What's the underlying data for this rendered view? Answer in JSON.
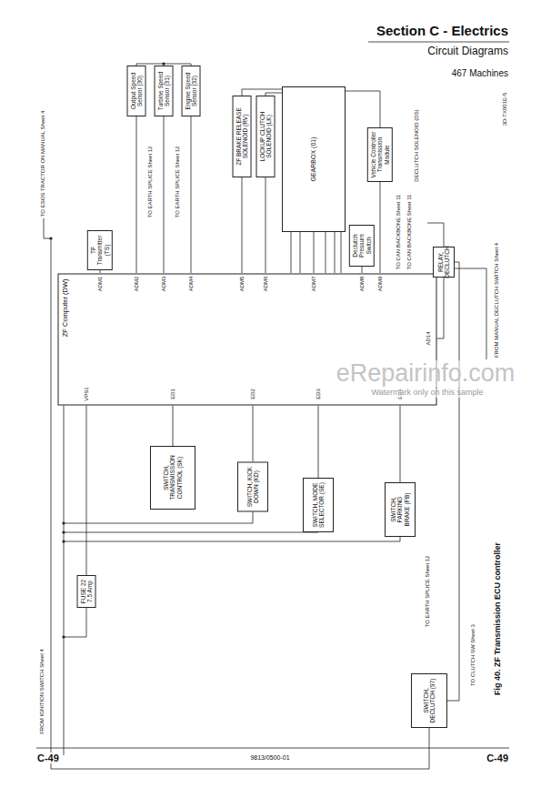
{
  "diagram": {
    "title": "Section C - Electrics",
    "caption": "Fig 40. ZF Transmission ECU controller",
    "nodes": [
      {
        "text": [
          "ZF Computer (DW)"
        ]
      },
      {
        "text": [
          "Output Speed Sensor (30)"
        ]
      },
      {
        "text": [
          "Turbine Speed Sensor (31)"
        ]
      },
      {
        "text": [
          "Engine Speed Sensor (32)"
        ]
      },
      {
        "text": [
          "TF Transmitter (TS)"
        ]
      },
      {
        "text": [
          "ZF BRAKE RELEASE SOLENOID (RV)"
        ]
      },
      {
        "text": [
          "LOCKUP CLUTCH SOLENOID (LK)"
        ]
      },
      {
        "text": [
          "GEARBOX (01)"
        ]
      },
      {
        "text": [
          "Vehicle Controller Transmission Module"
        ]
      },
      {
        "text": [
          "RELAY, DECLUTCH"
        ]
      },
      {
        "text": [
          "Declutch Pressure Switch"
        ]
      },
      {
        "text": [
          "SWITCH, TRANSMISSION CONTROL (SK)"
        ]
      },
      {
        "text": [
          "SWITCH, KICK DOWN (KD)"
        ]
      },
      {
        "text": [
          "SWITCH, MODE SELECTOR (SE)"
        ]
      },
      {
        "text": [
          "SWITCH, PARKING BRAKE (PB)"
        ]
      },
      {
        "text": [
          "FUSE 22 7.5 Amp"
        ]
      },
      {
        "text": [
          "SWITCH, DECLUTCH (97)"
        ]
      }
    ],
    "edges": [
      {
        "from": 1,
        "to": 0,
        "arrow": "none"
      },
      {
        "from": 2,
        "to": 0,
        "arrow": "none"
      },
      {
        "from": 3,
        "to": 0,
        "arrow": "none"
      },
      {
        "from": 4,
        "to": 0,
        "arrow": "none"
      },
      {
        "from": 5,
        "to": 0,
        "arrow": "none"
      },
      {
        "from": 6,
        "to": 0,
        "arrow": "none"
      },
      {
        "from": 7,
        "to": 0,
        "arrow": "none"
      },
      {
        "from": 8,
        "to": 0,
        "arrow": "none"
      },
      {
        "from": 9,
        "to": 0,
        "arrow": "none"
      },
      {
        "from": 10,
        "to": 0,
        "arrow": "none"
      },
      {
        "from": 0,
        "to": 11,
        "arrow": "none"
      },
      {
        "from": 0,
        "to": 12,
        "arrow": "none"
      },
      {
        "from": 0,
        "to": 13,
        "arrow": "none"
      },
      {
        "from": 0,
        "to": 14,
        "arrow": "none"
      },
      {
        "from": 15,
        "to": 0,
        "arrow": "none"
      },
      {
        "from": 16,
        "to": 9,
        "arrow": "none"
      }
    ],
    "labels": [
      "Circuit Diagrams",
      "467 Machines",
      "3D-TX001E-5",
      "TO ESOS TRACTOR ON MANUAL Sheet 4",
      "FROM IGNITION SWITCH Sheet 4",
      "TO EARTH SPLICE Sheet 12",
      "TO EARTH SPLICE Sheet 12",
      "DECLUTCH SOLENOID (DS)",
      "TO CAN BACKBONE Sheet 11",
      "TO CAN BACKBONE Sheet 11",
      "FROM MANUAL DECLUTCH SWITCH Sheet 4",
      "TO EARTH SPLICE Sheet 12",
      "TO CLUTCH SW Sheet 3",
      "ADM1",
      "ADM2",
      "ADM3",
      "ADM4",
      "ADM5",
      "ADM6",
      "ADM7",
      "ADM8",
      "ADM9",
      "ED1",
      "ED2",
      "ED3",
      "ED4",
      "VPS1",
      "AD14",
      "eRepairinfo.com",
      "Watermark only on this sample",
      "C-49",
      "9813/0500-01",
      "C-49"
    ]
  }
}
